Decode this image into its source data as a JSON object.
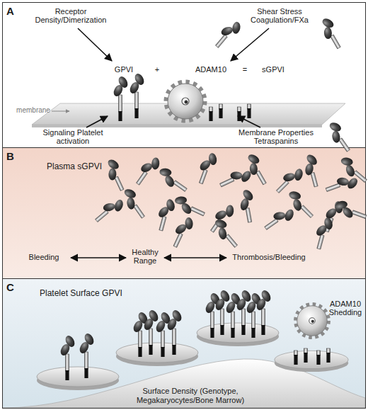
{
  "diagram": {
    "nodes": [
      {
        "text": [
          "A"
        ]
      },
      {
        "text": [
          "B",
          "Plasma sGPVI"
        ]
      },
      {
        "text": [
          "C",
          "Platelet Surface GPVI"
        ]
      },
      {
        "text": [
          "Surface Density (Genotype, Megakaryocytes/Bone Marrow)"
        ],
        "in": 2
      }
    ],
    "labels": [
      "Receptor Density/Dimerization",
      "Shear Stress Coagulation/FXa",
      "GPVI",
      "+",
      "ADAM10",
      "=",
      "sGPVI",
      "membrane",
      "Signaling Platelet activation",
      "Membrane Properties Tetraspanins",
      "Bleeding",
      "Healthy Range",
      "Thrombosis/Bleeding",
      "ADAM10 Shedding"
    ]
  }
}
